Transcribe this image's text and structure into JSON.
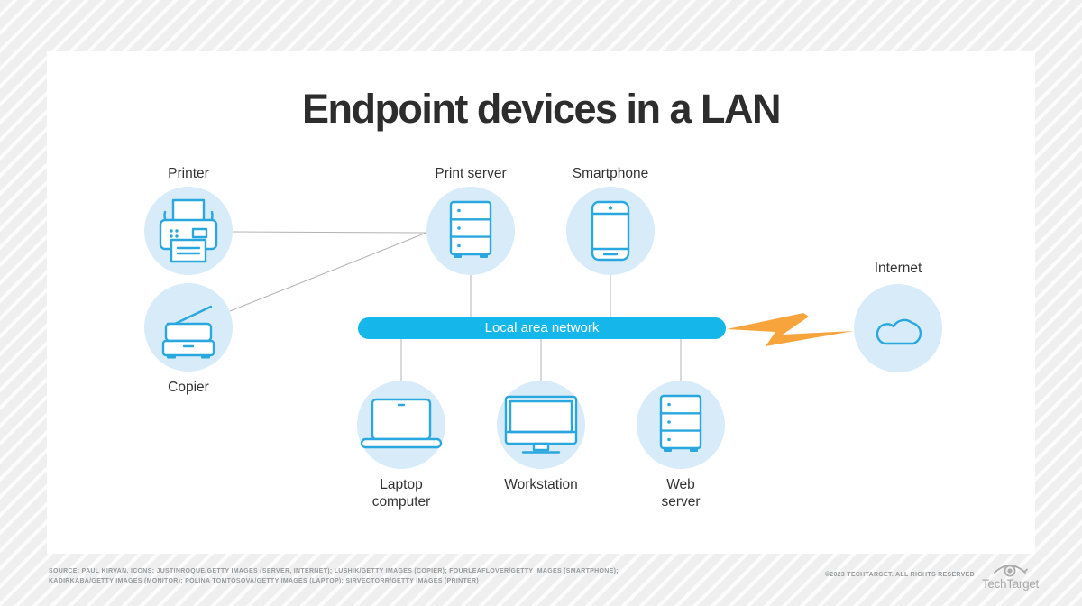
{
  "title": "Endpoint devices in a LAN",
  "lan": {
    "label": "Local area network",
    "bar_color": "#15b7ea"
  },
  "devices": [
    {
      "id": "printer",
      "label": "Printer",
      "label_position": "top"
    },
    {
      "id": "copier",
      "label": "Copier",
      "label_position": "bottom"
    },
    {
      "id": "print-server",
      "label": "Print server",
      "label_position": "top"
    },
    {
      "id": "smartphone",
      "label": "Smartphone",
      "label_position": "top"
    },
    {
      "id": "laptop",
      "label": "Laptop computer",
      "label_position": "bottom"
    },
    {
      "id": "workstation",
      "label": "Workstation",
      "label_position": "bottom"
    },
    {
      "id": "web-server",
      "label": "Web server",
      "label_position": "bottom"
    },
    {
      "id": "internet",
      "label": "Internet",
      "label_position": "top"
    }
  ],
  "connections": [
    "printer — print-server",
    "copier — print-server",
    "print-server — lan",
    "smartphone — lan",
    "laptop — lan",
    "workstation — lan",
    "web-server — lan",
    "lan — internet (lightning link)"
  ],
  "colors": {
    "accent_cyan": "#15b7ea",
    "icon_blue": "#2ba7e0",
    "circle_fill": "#d7ebf8",
    "bolt_orange": "#f7a43c",
    "connector_gray": "#b3b3b3",
    "title_text": "#2d2d2d"
  },
  "footer": {
    "credits_line1": "SOURCE: PAUL KIRVAN. ICONS: JUSTINROQUE/GETTY IMAGES (SERVER, INTERNET); LUSHIK/GETTY IMAGES (COPIER); FOURLEAFLOVER/GETTY IMAGES (SMARTPHONE);",
    "credits_line2": "KADIRKABA/GETTY IMAGES (MONITOR); POLINA TOMTOSOVA/GETTY IMAGES (LAPTOP); SIRVECTORR/GETTY IMAGES (PRINTER)",
    "copyright": "©2023 TECHTARGET. ALL RIGHTS RESERVED",
    "logo_text": "TechTarget"
  }
}
